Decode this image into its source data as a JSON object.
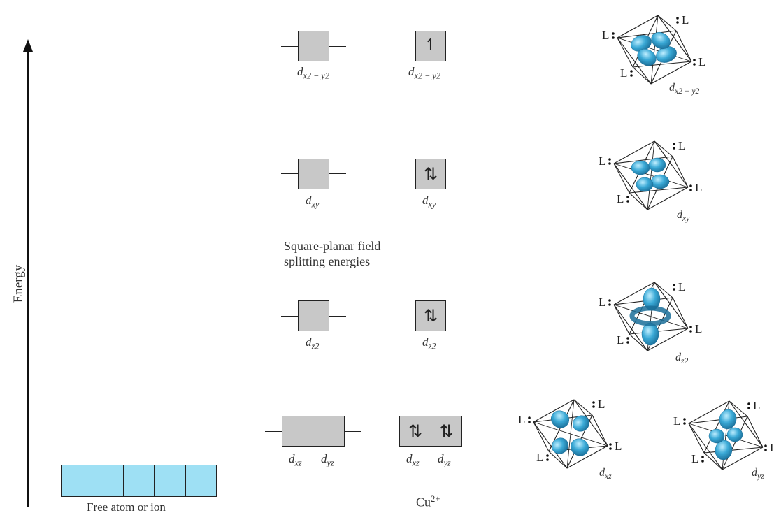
{
  "axis": {
    "label": "Energy"
  },
  "free_atom": {
    "label": "Free atom or ion",
    "fill": "#9ee0f4"
  },
  "field_caption": {
    "line1": "Square-planar field",
    "line2": "splitting energies"
  },
  "ion_label": {
    "base": "Cu",
    "charge": "2+"
  },
  "levels": {
    "dx2y2": {
      "main": "d",
      "sub": "x2 − y2",
      "electrons": "↿"
    },
    "dxy": {
      "main": "d",
      "sub": "xy",
      "electrons": "⇅"
    },
    "dz2": {
      "main": "d",
      "sub": "z2",
      "electrons": "⇅"
    },
    "dxz": {
      "main": "d",
      "sub": "xz",
      "electrons": "⇅"
    },
    "dyz": {
      "main": "d",
      "sub": "yz",
      "electrons": "⇅"
    }
  },
  "ligand_label": "L",
  "orbital_color": "#3aa9d6",
  "orbital_labels": {
    "dx2y2": {
      "main": "d",
      "sub": "x2 − y2"
    },
    "dxy": {
      "main": "d",
      "sub": "xy"
    },
    "dz2": {
      "main": "d",
      "sub": "z2"
    },
    "dxz": {
      "main": "d",
      "sub": "xz"
    },
    "dyz": {
      "main": "d",
      "sub": "yz"
    }
  }
}
